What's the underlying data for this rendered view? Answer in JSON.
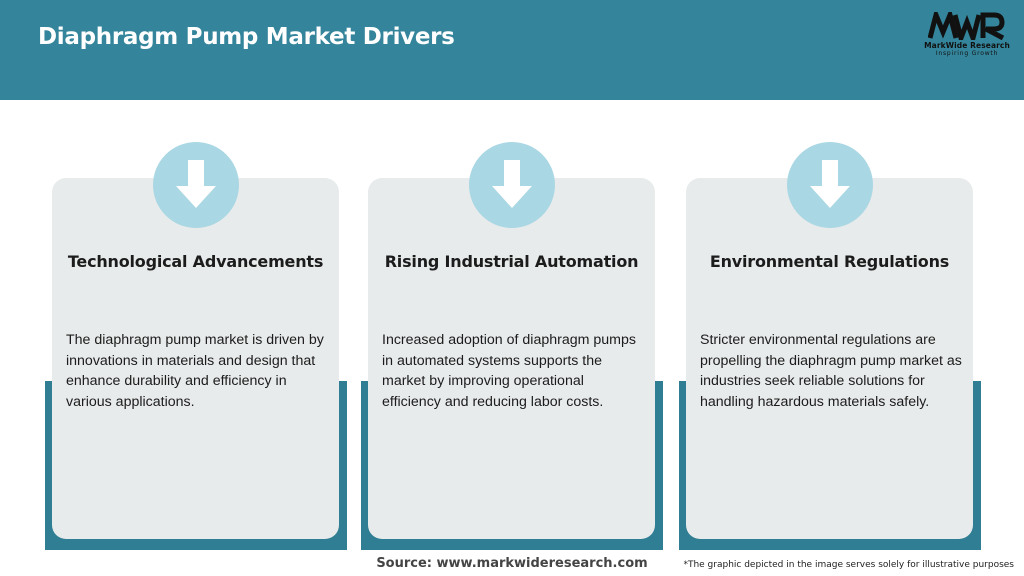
{
  "header": {
    "title": "Diaphragm Pump Market Drivers",
    "logo": {
      "mark": "MWR",
      "name": "MarkWide Research",
      "tagline": "Inspiring Growth"
    }
  },
  "cards": [
    {
      "icon": "down-arrow-icon",
      "title": "Technological Advancements",
      "body": "The diaphragm pump market is driven by innovations in materials and design that enhance durability and efficiency in various applications."
    },
    {
      "icon": "down-arrow-icon",
      "title": "Rising Industrial Automation",
      "body": "Increased adoption of diaphragm pumps in automated systems supports the market by improving operational efficiency and reducing labor costs."
    },
    {
      "icon": "down-arrow-icon",
      "title": "Environmental Regulations",
      "body": "Stricter environmental regulations are propelling the diaphragm pump market as industries seek reliable solutions for handling hazardous materials safely."
    }
  ],
  "footer": {
    "source": "Source: www.markwideresearch.com",
    "disclaimer": "*The graphic depicted in the image serves solely for illustrative purposes"
  },
  "colors": {
    "header": "#34859b",
    "accent": "#2f7e93",
    "card": "#e8ebec",
    "circle": "#a9d7e3"
  }
}
